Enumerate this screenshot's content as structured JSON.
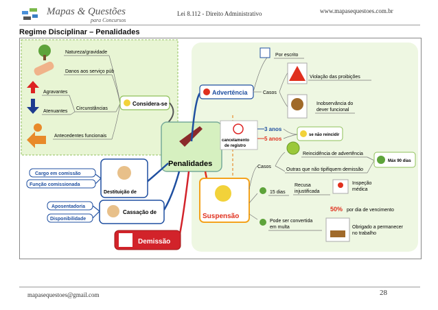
{
  "header": {
    "logo_title": "Mapas & Questões",
    "logo_subtitle": "para Concursos",
    "center_text": "Lei 8.112 - Direito Administrativo",
    "website": "www.mapasequestoes.com.br"
  },
  "section_title": "Regime Disciplinar – Penalidades",
  "mindmap": {
    "central": "Penalidades",
    "considera": {
      "label": "Considera-se",
      "items": [
        "Natureza/gravidade",
        "Danos aos serviço púb",
        "Agravantes",
        "Atenuantes",
        "Antecedentes funcionais"
      ],
      "circunstancias": "Circunstâncias"
    },
    "advertencia": {
      "label": "Advertência",
      "por_escrito": "Por escrito",
      "casos": "Casos",
      "violacao": "Violação das proibições",
      "inobservancia_1": "Inobservância do",
      "inobservancia_2": "dever funcional"
    },
    "cancelamento": {
      "label_1": "cancelamento",
      "label_2": "de registro",
      "anos_3": "3 anos",
      "anos_5": "5 anos",
      "se_nao_reincidir": "se não reincidir"
    },
    "suspensao": {
      "label": "Suspensão",
      "casos": "Casos",
      "reincidencia": "Reincidência de advertência",
      "outras": "Outras que não tipifiquem demissão",
      "max": "Máx 90 dias",
      "dias_15": "15 dias",
      "recusa_1": "Recusa",
      "recusa_2": "injustificada",
      "inspecao_1": "Inspeção",
      "inspecao_2": "médica",
      "convertida_1": "Pode ser convertida",
      "convertida_2": "em multa",
      "pct": "50%",
      "pct_rest": "por dia de vencimento",
      "obrigado_1": "Obrigado a permanecer",
      "obrigado_2": "no trabalho"
    },
    "destituicao": {
      "label_1": "Destituição de",
      "cargo": "Cargo em comissão",
      "funcao": "Função comissionada"
    },
    "cassacao": {
      "label": "Cassação de",
      "aposentadoria": "Aposentadoria",
      "disponibilidade": "Disponibilidade"
    },
    "demissao": {
      "label": "Demissão"
    }
  },
  "footer": {
    "email": "mapasequestoes@gmail.com",
    "page": "28"
  },
  "colors": {
    "advertencia_blue": "#1f4fa0",
    "suspensao_red": "#e0301e",
    "demissao_red": "#d2232a",
    "orange_frame": "#f4a21b",
    "green_panel": "#eef7e2",
    "considera_panel": "#e8f5d4"
  }
}
